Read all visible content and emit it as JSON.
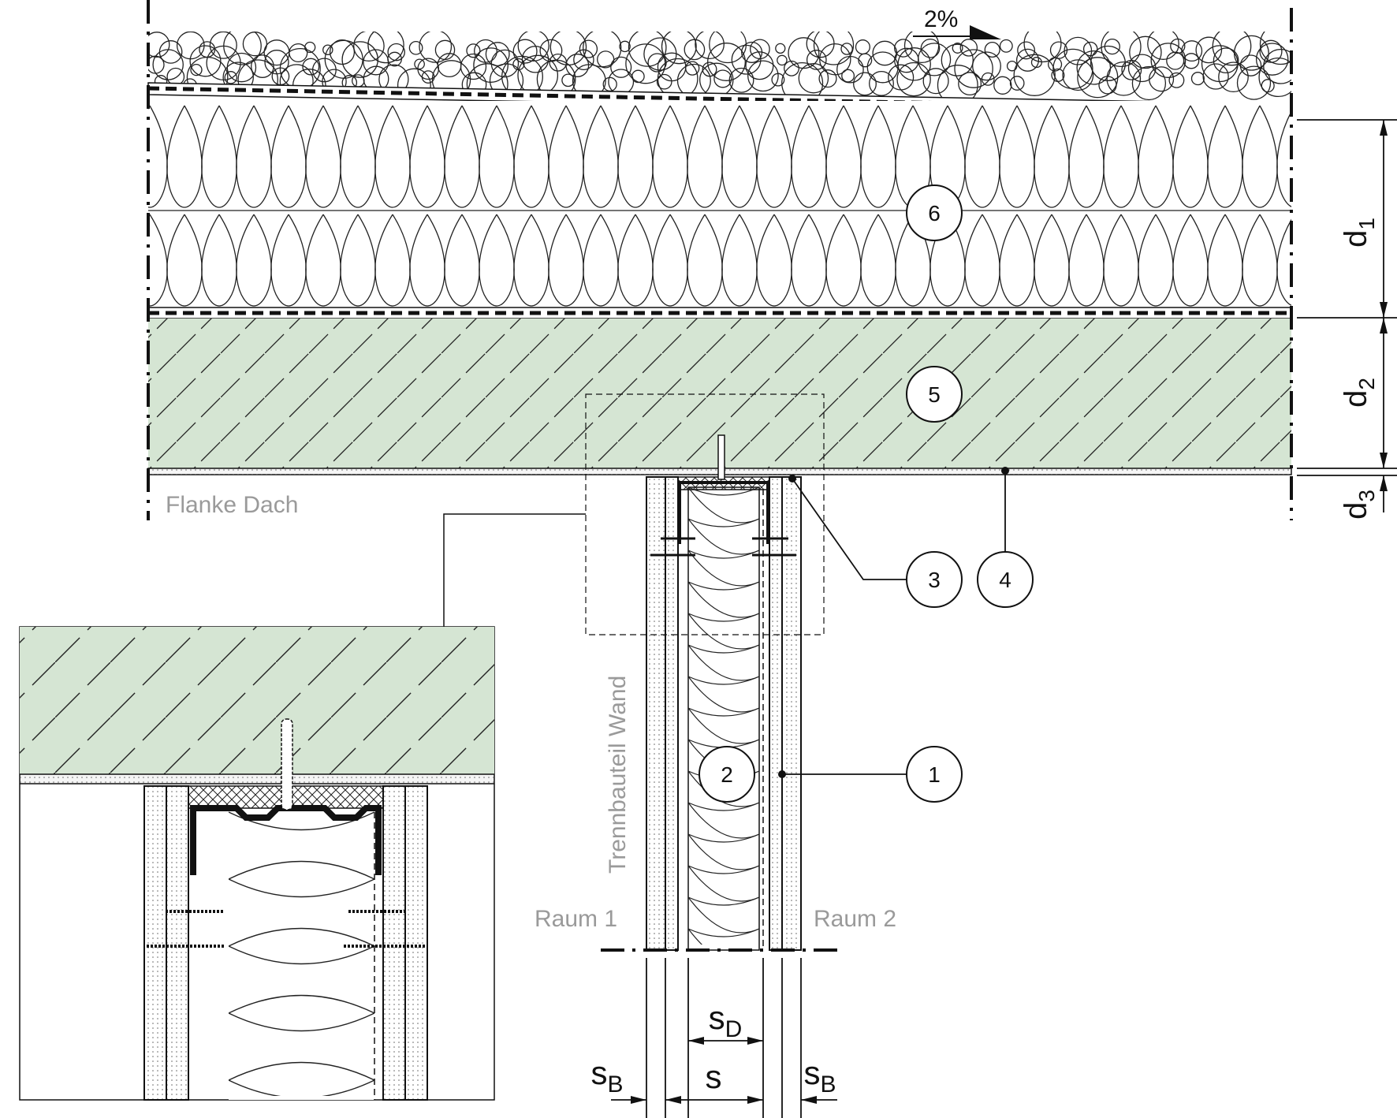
{
  "labels": {
    "slope": "2%",
    "flank_roof": "Flanke Dach",
    "separating_wall": "Trennbauteil Wand",
    "room_1": "Raum 1",
    "room_2": "Raum 2"
  },
  "callouts": [
    "1",
    "2",
    "3",
    "4",
    "5",
    "6"
  ],
  "dimensions": {
    "d1": {
      "base": "d",
      "sub": "1"
    },
    "d2": {
      "base": "d",
      "sub": "2"
    },
    "d3": {
      "base": "d",
      "sub": "3"
    },
    "sD": {
      "base": "s",
      "sub": "D"
    },
    "s": {
      "base": "s",
      "sub": ""
    },
    "sB": {
      "base": "s",
      "sub": "B"
    }
  },
  "colors": {
    "concrete": "#d5e5d3",
    "line": "#111111",
    "label_grey": "#9a9a9a"
  }
}
